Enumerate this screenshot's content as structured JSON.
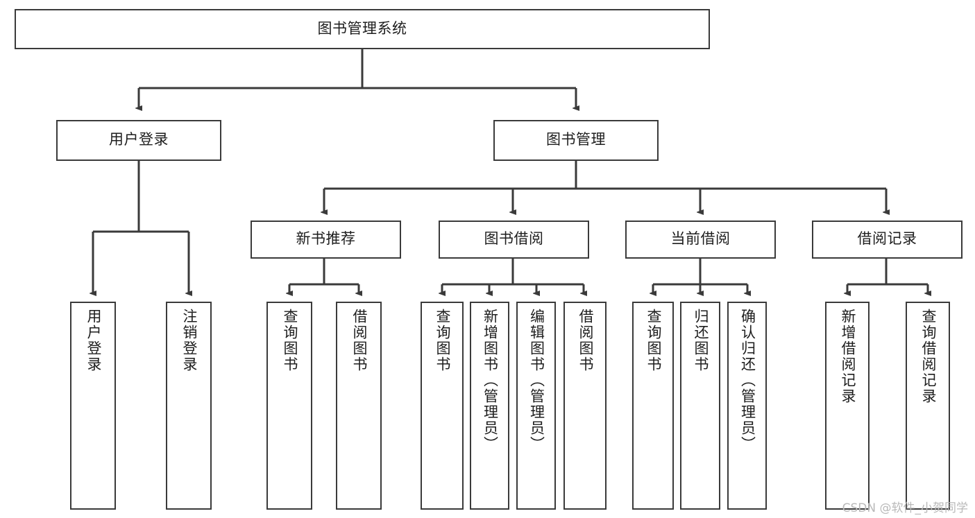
{
  "diagram": {
    "type": "tree-hierarchy",
    "title": "图书管理系统",
    "orientation": "top-down",
    "colors": {
      "background": "#ffffff",
      "node_border": "#3a3a3a",
      "node_fill": "#ffffff",
      "edge": "#3a3a3a",
      "text": "#1d1d1d",
      "watermark": "#b9b9b9"
    },
    "nodes": {
      "root": {
        "label": "图书管理系统"
      },
      "level2": [
        {
          "id": "user-login",
          "label": "用户登录"
        },
        {
          "id": "book-management",
          "label": "图书管理"
        }
      ],
      "level3": [
        {
          "id": "new-book-recommend",
          "label": "新书推荐"
        },
        {
          "id": "book-borrow",
          "label": "图书借阅"
        },
        {
          "id": "current-borrow",
          "label": "当前借阅"
        },
        {
          "id": "borrow-record",
          "label": "借阅记录"
        }
      ],
      "leaves": {
        "user_login": [
          {
            "id": "leaf-user-login",
            "label": "用户登录"
          },
          {
            "id": "leaf-logout",
            "label": "注销登录"
          }
        ],
        "new_book_recommend": [
          {
            "id": "leaf-query-book-1",
            "label": "查询图书"
          },
          {
            "id": "leaf-borrow-book-1",
            "label": "借阅图书"
          }
        ],
        "book_borrow": [
          {
            "id": "leaf-query-book-2",
            "label": "查询图书"
          },
          {
            "id": "leaf-add-book",
            "label": "新增图书（管理员）"
          },
          {
            "id": "leaf-edit-book",
            "label": "编辑图书（管理员）"
          },
          {
            "id": "leaf-borrow-book-2",
            "label": "借阅图书"
          }
        ],
        "current_borrow": [
          {
            "id": "leaf-query-book-3",
            "label": "查询图书"
          },
          {
            "id": "leaf-return-book",
            "label": "归还图书"
          },
          {
            "id": "leaf-confirm-return",
            "label": "确认归还（管理员）"
          }
        ],
        "borrow_record": [
          {
            "id": "leaf-add-record",
            "label": "新增借阅记录"
          },
          {
            "id": "leaf-query-record",
            "label": "查询借阅记录"
          }
        ]
      }
    },
    "watermark": "CSDN @软件_小贺同学"
  }
}
